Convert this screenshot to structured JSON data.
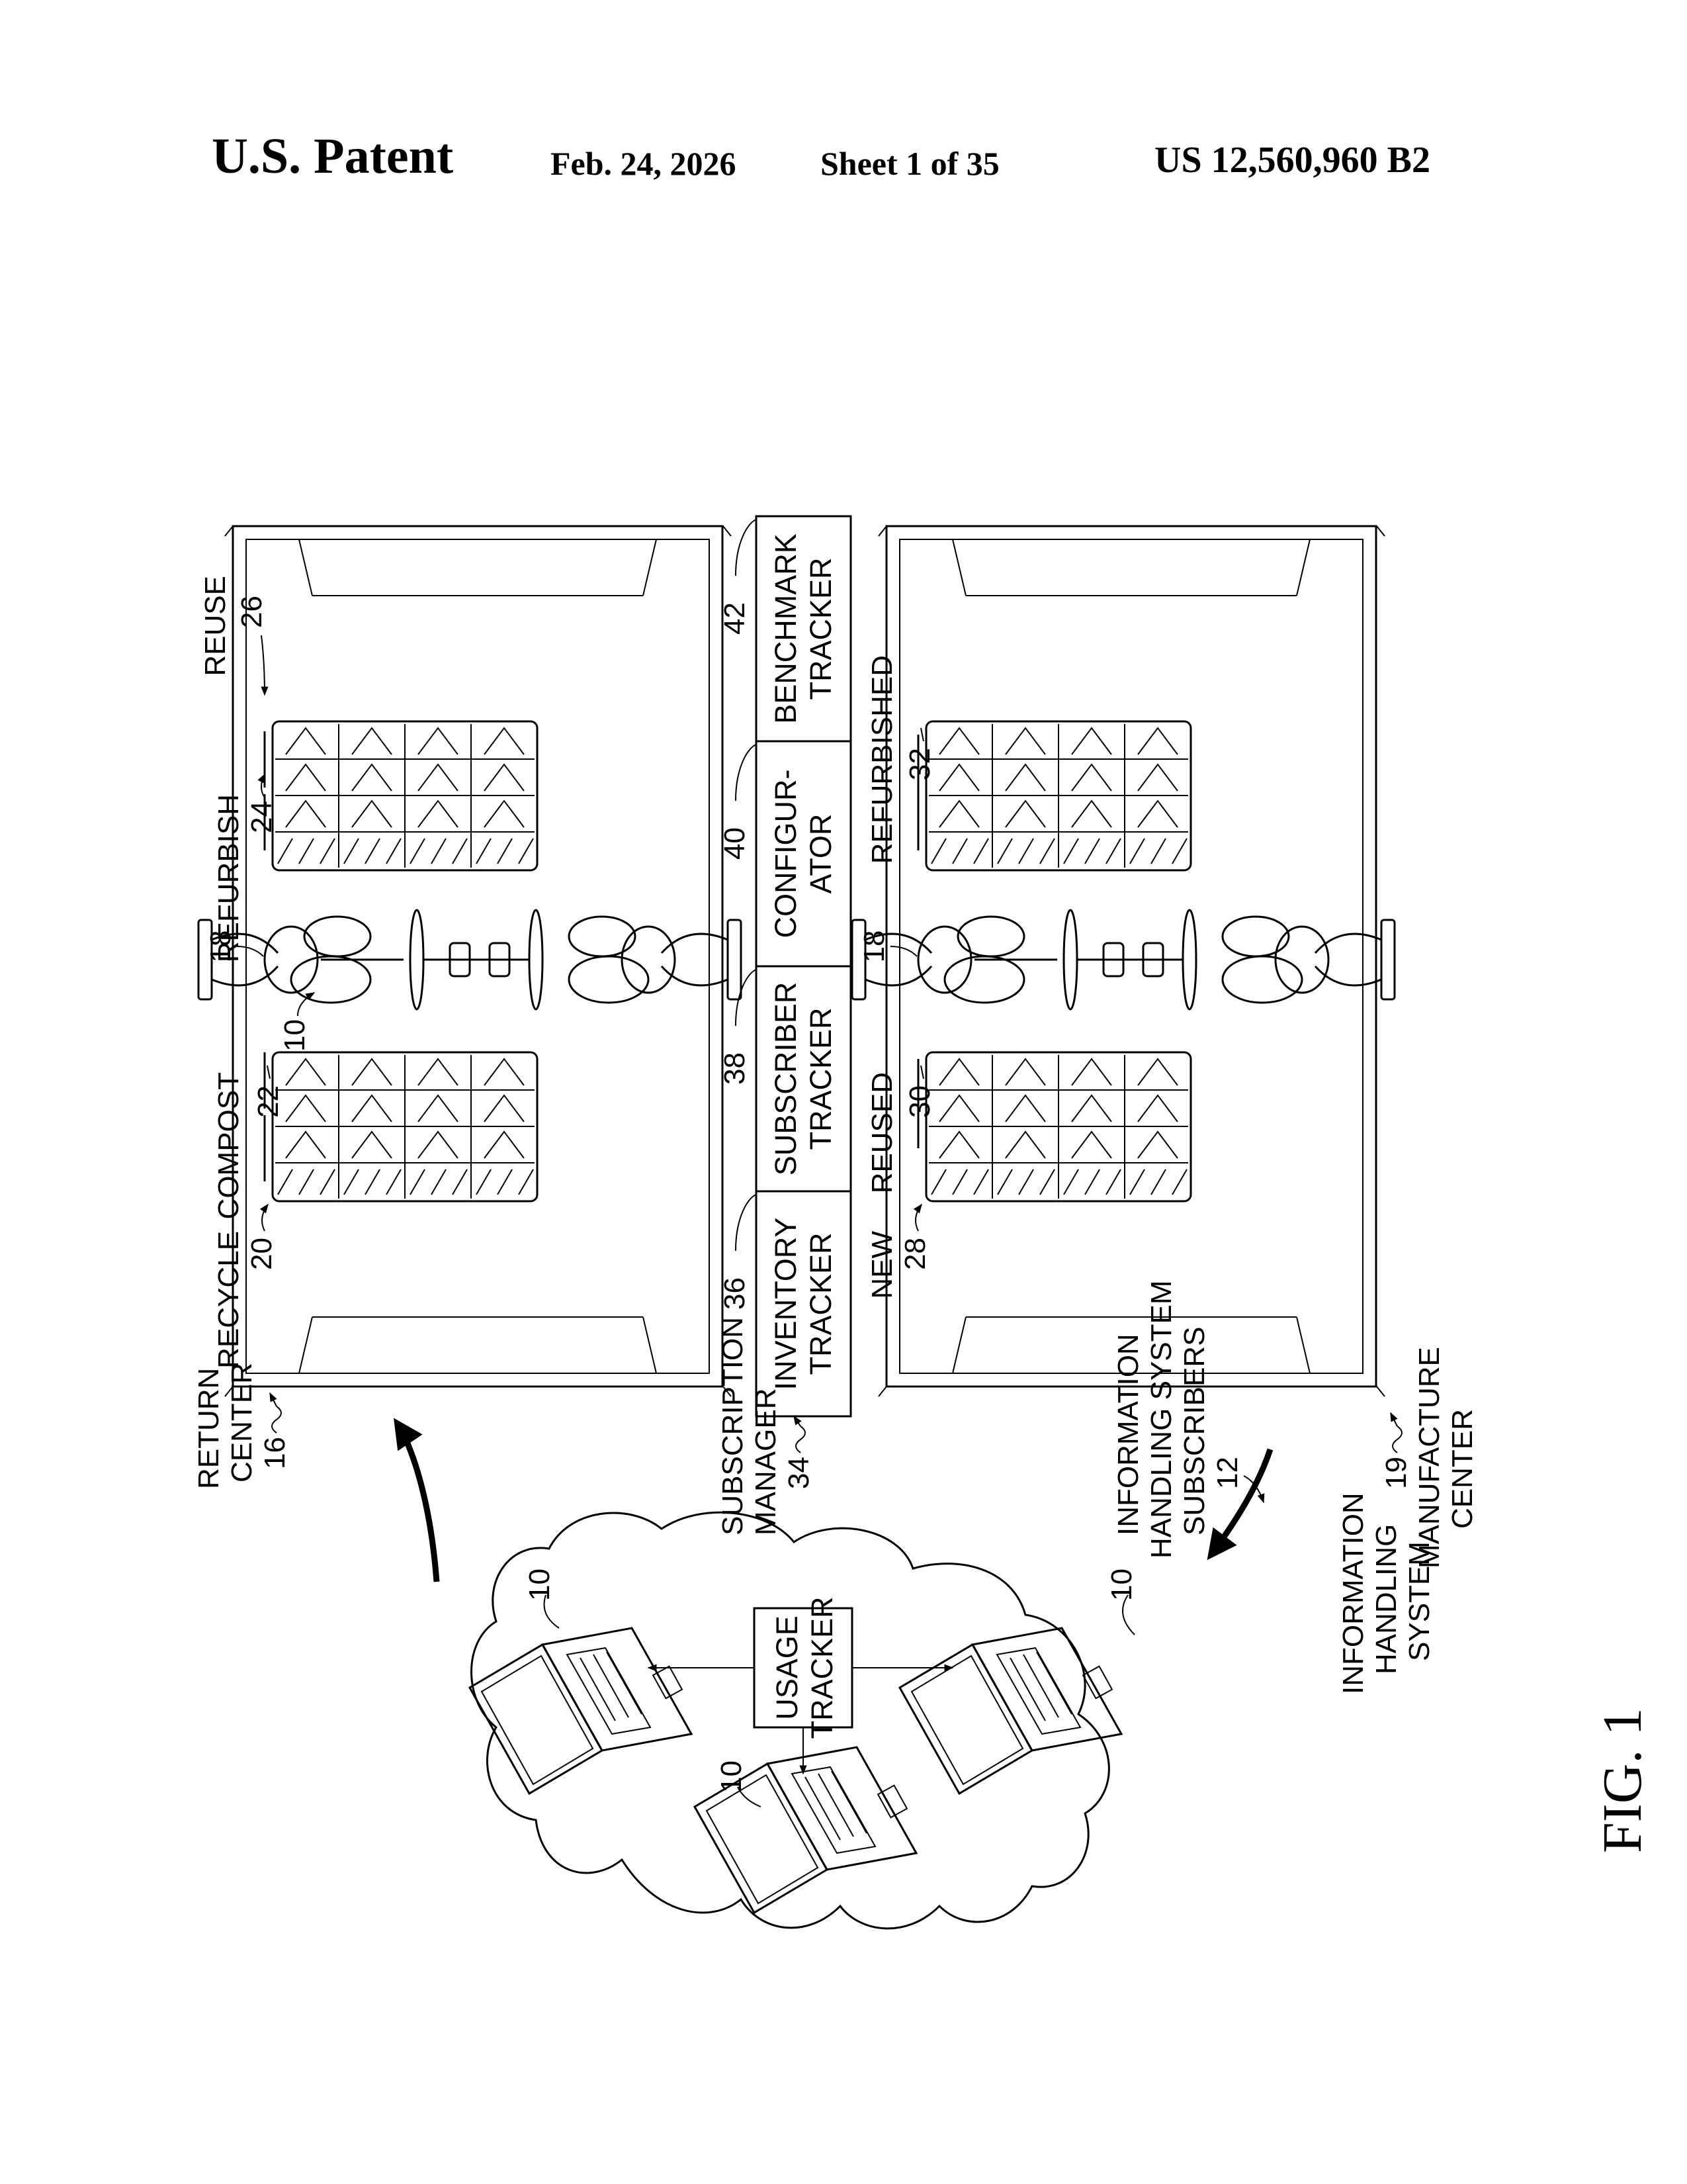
{
  "header": {
    "brand": "U.S. Patent",
    "date": "Feb. 24, 2026",
    "sheet": "Sheet 1 of 35",
    "patent_number": "US 12,560,960 B2"
  },
  "figure": {
    "caption": "FIG. 1",
    "return_center": {
      "label": [
        "RETURN",
        "CENTER"
      ],
      "ref": "16",
      "robot_ref": "18",
      "robot_arm_ref": "10",
      "bins": [
        {
          "label": "RECYCLE",
          "ref": "20"
        },
        {
          "label": "COMPOST",
          "ref": "22"
        },
        {
          "label": "REFURBISH",
          "ref": "24"
        },
        {
          "label": "REUSE",
          "ref": "26"
        }
      ]
    },
    "manufacture_center": {
      "label": [
        "MANUFACTURE",
        "CENTER"
      ],
      "ref": "19",
      "robot_ref": "18",
      "bins": [
        {
          "label": "NEW",
          "ref": "28"
        },
        {
          "label": "REUSED",
          "ref": "30"
        },
        {
          "label": "REFURBISHED",
          "ref": "32"
        }
      ]
    },
    "subscription_manager": {
      "label": [
        "SUBSCRIPTION",
        "MANAGER"
      ],
      "ref": "34",
      "modules": [
        {
          "lines": [
            "INVENTORY",
            "TRACKER"
          ],
          "ref": "36"
        },
        {
          "lines": [
            "SUBSCRIBER",
            "TRACKER"
          ],
          "ref": "38"
        },
        {
          "lines": [
            "CONFIGUR-",
            "ATOR"
          ],
          "ref": "40"
        },
        {
          "lines": [
            "BENCHMARK",
            "TRACKER"
          ],
          "ref": "42"
        }
      ]
    },
    "subscribers": {
      "label": [
        "INFORMATION",
        "HANDLING SYSTEM",
        "SUBSCRIBERS"
      ],
      "ref": "12",
      "usage_tracker": [
        "USAGE",
        "TRACKER"
      ],
      "system_label": [
        "INFORMATION",
        "HANDLING",
        "SYSTEM"
      ],
      "laptop_refs": [
        "10",
        "10",
        "10"
      ]
    }
  }
}
